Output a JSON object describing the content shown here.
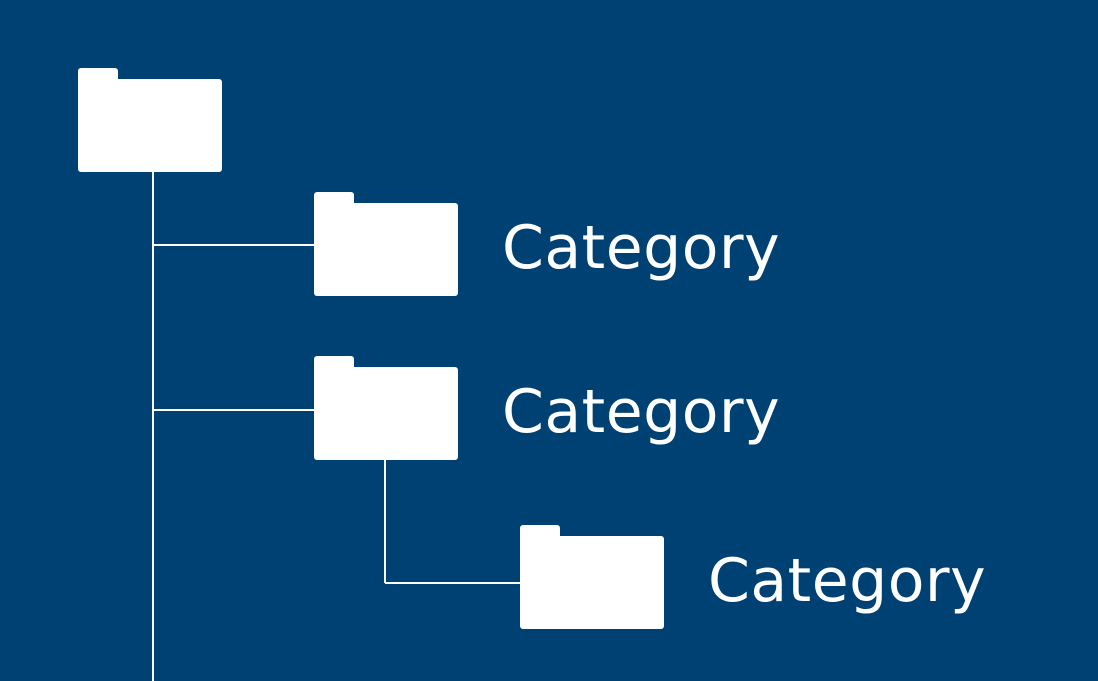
{
  "colors": {
    "background": "#004174",
    "foreground": "#ffffff"
  },
  "tree": {
    "root": {
      "icon": "folder-icon"
    },
    "nodes": [
      {
        "label": "Category",
        "icon": "folder-icon",
        "level": 1
      },
      {
        "label": "Category",
        "icon": "folder-icon",
        "level": 1
      },
      {
        "label": "Category",
        "icon": "folder-icon",
        "level": 2
      }
    ]
  }
}
